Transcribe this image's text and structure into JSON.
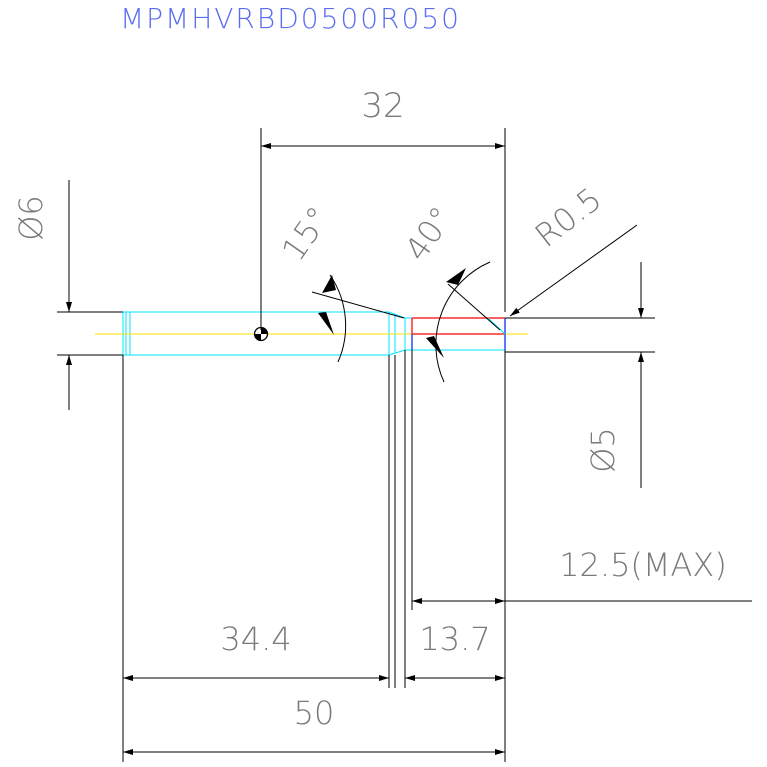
{
  "title": "MPMHVRBD0500R050",
  "dimensions": {
    "top_length": "32",
    "shank_diameter": "Ø6",
    "angle_15": "15°",
    "angle_40": "40°",
    "corner_radius": "R0.5",
    "tip_diameter": "Ø5",
    "max_cut": "12.5(MAX)",
    "shank_length": "34.4",
    "neck_length": "13.7",
    "overall_length": "50"
  },
  "colors": {
    "dimension_line": "#000000",
    "dimension_text": "#7a7a7a",
    "title": "#5a6cf0",
    "tool_outline": "#00e5ff",
    "centerline": "#ffe100",
    "cutting_edge": "#ff2a2a",
    "tip_edge": "#2a4bff"
  }
}
